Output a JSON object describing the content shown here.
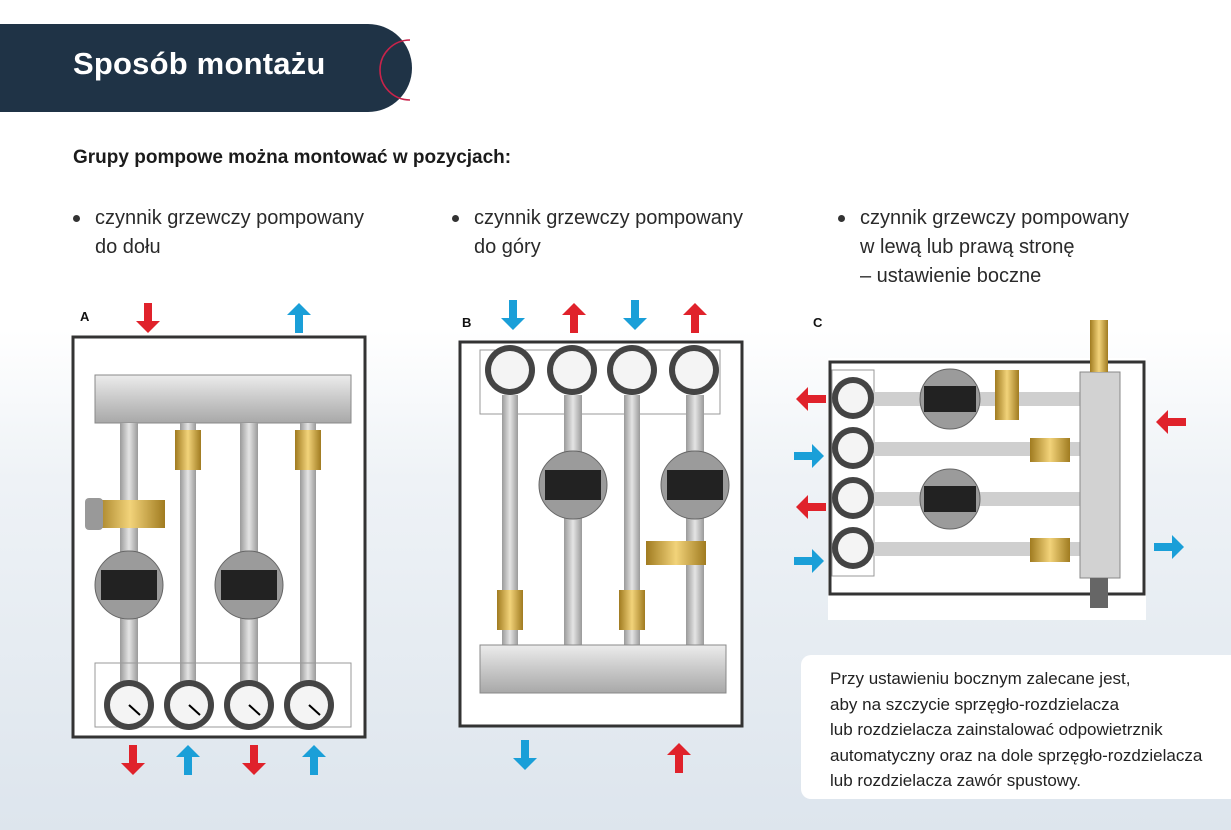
{
  "header": {
    "title": "Sposób montażu"
  },
  "subtitle": "Grupy pompowe można montować w pozycjach:",
  "bullets": [
    {
      "lines": [
        "czynnik grzewczy pompowany",
        "do dołu"
      ]
    },
    {
      "lines": [
        "czynnik grzewczy pompowany",
        "do góry"
      ]
    },
    {
      "lines": [
        "czynnik grzewczy pompowany",
        "w lewą lub prawą stronę",
        "– ustawienie boczne"
      ]
    }
  ],
  "diagrams": {
    "a": {
      "label": "A"
    },
    "b": {
      "label": "B"
    },
    "c": {
      "label": "C"
    }
  },
  "note": {
    "lines": [
      "Przy ustawieniu bocznym zalecane jest,",
      "aby na szczycie sprzęgło-rozdzielacza",
      "lub rozdzielacza zainstalować odpowietrznik",
      "automatyczny oraz na dole sprzęgło-rozdzielacza",
      "lub rozdzielacza zawór spustowy."
    ]
  },
  "colors": {
    "header_bg": "#1f3346",
    "hot_arrow": "#e0222b",
    "cold_arrow": "#1a9fd8"
  }
}
